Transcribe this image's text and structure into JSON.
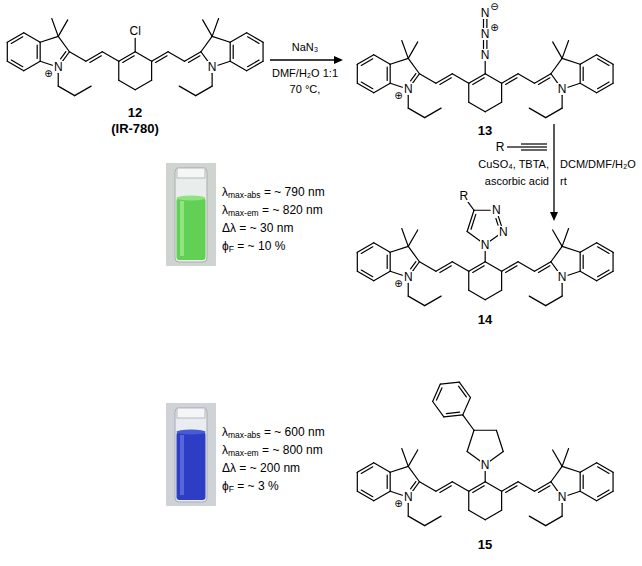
{
  "diagram": {
    "labels": [
      "Cl",
      "⊕",
      "N",
      "N",
      "12",
      "(IR-780)",
      "NaN₃",
      "DMF/H₂O 1:1",
      "70 °C,",
      "N",
      "⊖",
      "N",
      "⊕",
      "N",
      "⊕",
      "N",
      "N",
      "13",
      "R",
      "CuSO₄, TBTA,",
      "ascorbic acid",
      "DCM/DMF/H₂O",
      "rt",
      "λmax-abs = ~ 790 nm",
      "λmax-em = ~ 820 nm",
      "Δλ = ~ 30 nm",
      "ϕF = ~ 10 %",
      "R",
      "N",
      "N",
      "N",
      "⊕",
      "N",
      "N",
      "14",
      "λmax-abs = ~ 600 nm",
      "λmax-em = ~ 800 nm",
      "Δλ = ~ 200 nm",
      "ϕF = ~ 3 %",
      "N",
      "⊕",
      "N",
      "N",
      "15"
    ]
  }
}
